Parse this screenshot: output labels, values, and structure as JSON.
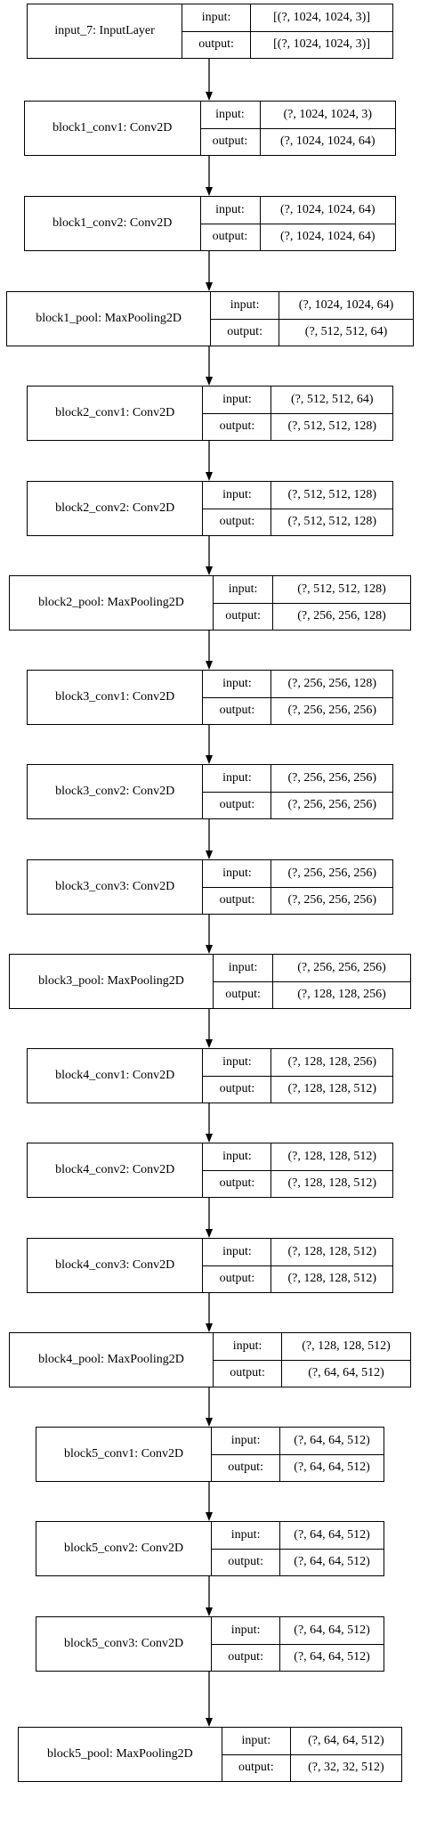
{
  "port_labels": {
    "input": "input:",
    "output": "output:"
  },
  "edge_color": "#000000",
  "layers": [
    {
      "name": "input_7: InputLayer",
      "input": "[(?, 1024, 1024, 3)]",
      "output": "[(?, 1024, 1024, 3)]"
    },
    {
      "name": "block1_conv1: Conv2D",
      "input": "(?, 1024, 1024, 3)",
      "output": "(?, 1024, 1024, 64)"
    },
    {
      "name": "block1_conv2: Conv2D",
      "input": "(?, 1024, 1024, 64)",
      "output": "(?, 1024, 1024, 64)"
    },
    {
      "name": "block1_pool: MaxPooling2D",
      "input": "(?, 1024, 1024, 64)",
      "output": "(?, 512, 512, 64)"
    },
    {
      "name": "block2_conv1: Conv2D",
      "input": "(?, 512, 512, 64)",
      "output": "(?, 512, 512, 128)"
    },
    {
      "name": "block2_conv2: Conv2D",
      "input": "(?, 512, 512, 128)",
      "output": "(?, 512, 512, 128)"
    },
    {
      "name": "block2_pool: MaxPooling2D",
      "input": "(?, 512, 512, 128)",
      "output": "(?, 256, 256, 128)"
    },
    {
      "name": "block3_conv1: Conv2D",
      "input": "(?, 256, 256, 128)",
      "output": "(?, 256, 256, 256)"
    },
    {
      "name": "block3_conv2: Conv2D",
      "input": "(?, 256, 256, 256)",
      "output": "(?, 256, 256, 256)"
    },
    {
      "name": "block3_conv3: Conv2D",
      "input": "(?, 256, 256, 256)",
      "output": "(?, 256, 256, 256)"
    },
    {
      "name": "block3_pool: MaxPooling2D",
      "input": "(?, 256, 256, 256)",
      "output": "(?, 128, 128, 256)"
    },
    {
      "name": "block4_conv1: Conv2D",
      "input": "(?, 128, 128, 256)",
      "output": "(?, 128, 128, 512)"
    },
    {
      "name": "block4_conv2: Conv2D",
      "input": "(?, 128, 128, 512)",
      "output": "(?, 128, 128, 512)"
    },
    {
      "name": "block4_conv3: Conv2D",
      "input": "(?, 128, 128, 512)",
      "output": "(?, 128, 128, 512)"
    },
    {
      "name": "block4_pool: MaxPooling2D",
      "input": "(?, 128, 128, 512)",
      "output": "(?, 64, 64, 512)"
    },
    {
      "name": "block5_conv1: Conv2D",
      "input": "(?, 64, 64, 512)",
      "output": "(?, 64, 64, 512)"
    },
    {
      "name": "block5_conv2: Conv2D",
      "input": "(?, 64, 64, 512)",
      "output": "(?, 64, 64, 512)"
    },
    {
      "name": "block5_conv3: Conv2D",
      "input": "(?, 64, 64, 512)",
      "output": "(?, 64, 64, 512)"
    },
    {
      "name": "block5_pool: MaxPooling2D",
      "input": "(?, 64, 64, 512)",
      "output": "(?, 32, 32, 512)"
    }
  ]
}
